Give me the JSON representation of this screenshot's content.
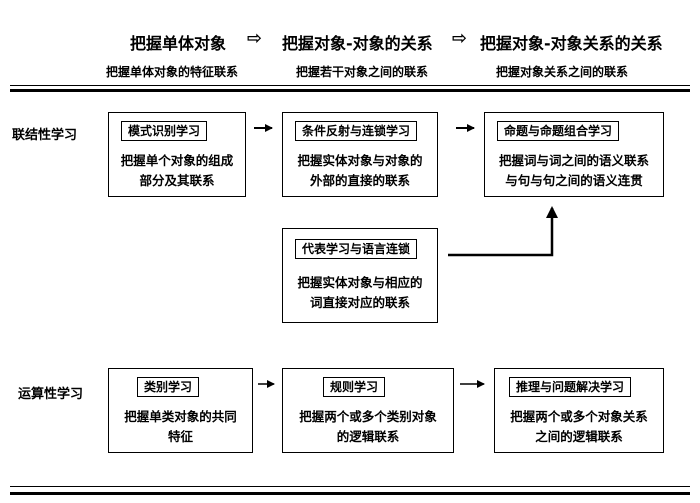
{
  "header": {
    "stages": [
      {
        "title": "把握单体对象",
        "subtitle": "把握单体对象的特征联系"
      },
      {
        "title": "把握对象-对象的关系",
        "subtitle": "把握若干对象之间的联系"
      },
      {
        "title": "把握对象-对象关系的关系",
        "subtitle": "把握对象关系之间的联系"
      }
    ],
    "arrow": "⇨"
  },
  "rows": {
    "associative": {
      "label": "联结性学习",
      "boxes": [
        {
          "tag": "模式识别学习",
          "desc": "把握单个对象的组成\n部分及其联系"
        },
        {
          "tag": "条件反射与连锁学习",
          "desc": "把握实体对象与对象的\n外部的直接的联系"
        },
        {
          "tag": "命题与命题组合学习",
          "desc": "把握词与词之间的语义联系\n与句与句之间的语义连贯"
        }
      ],
      "middle": {
        "tag": "代表学习与语言连锁",
        "desc": "把握实体对象与相应的\n词直接对应的联系"
      }
    },
    "operational": {
      "label": "运算性学习",
      "boxes": [
        {
          "tag": "类别学习",
          "desc": "把握单类对象的共同\n特征"
        },
        {
          "tag": "规则学习",
          "desc": "把握两个或多个类别对象\n的逻辑联系"
        },
        {
          "tag": "推理与问题解决学习",
          "desc": "把握两个或多个对象关系\n之间的逻辑联系"
        }
      ]
    }
  }
}
